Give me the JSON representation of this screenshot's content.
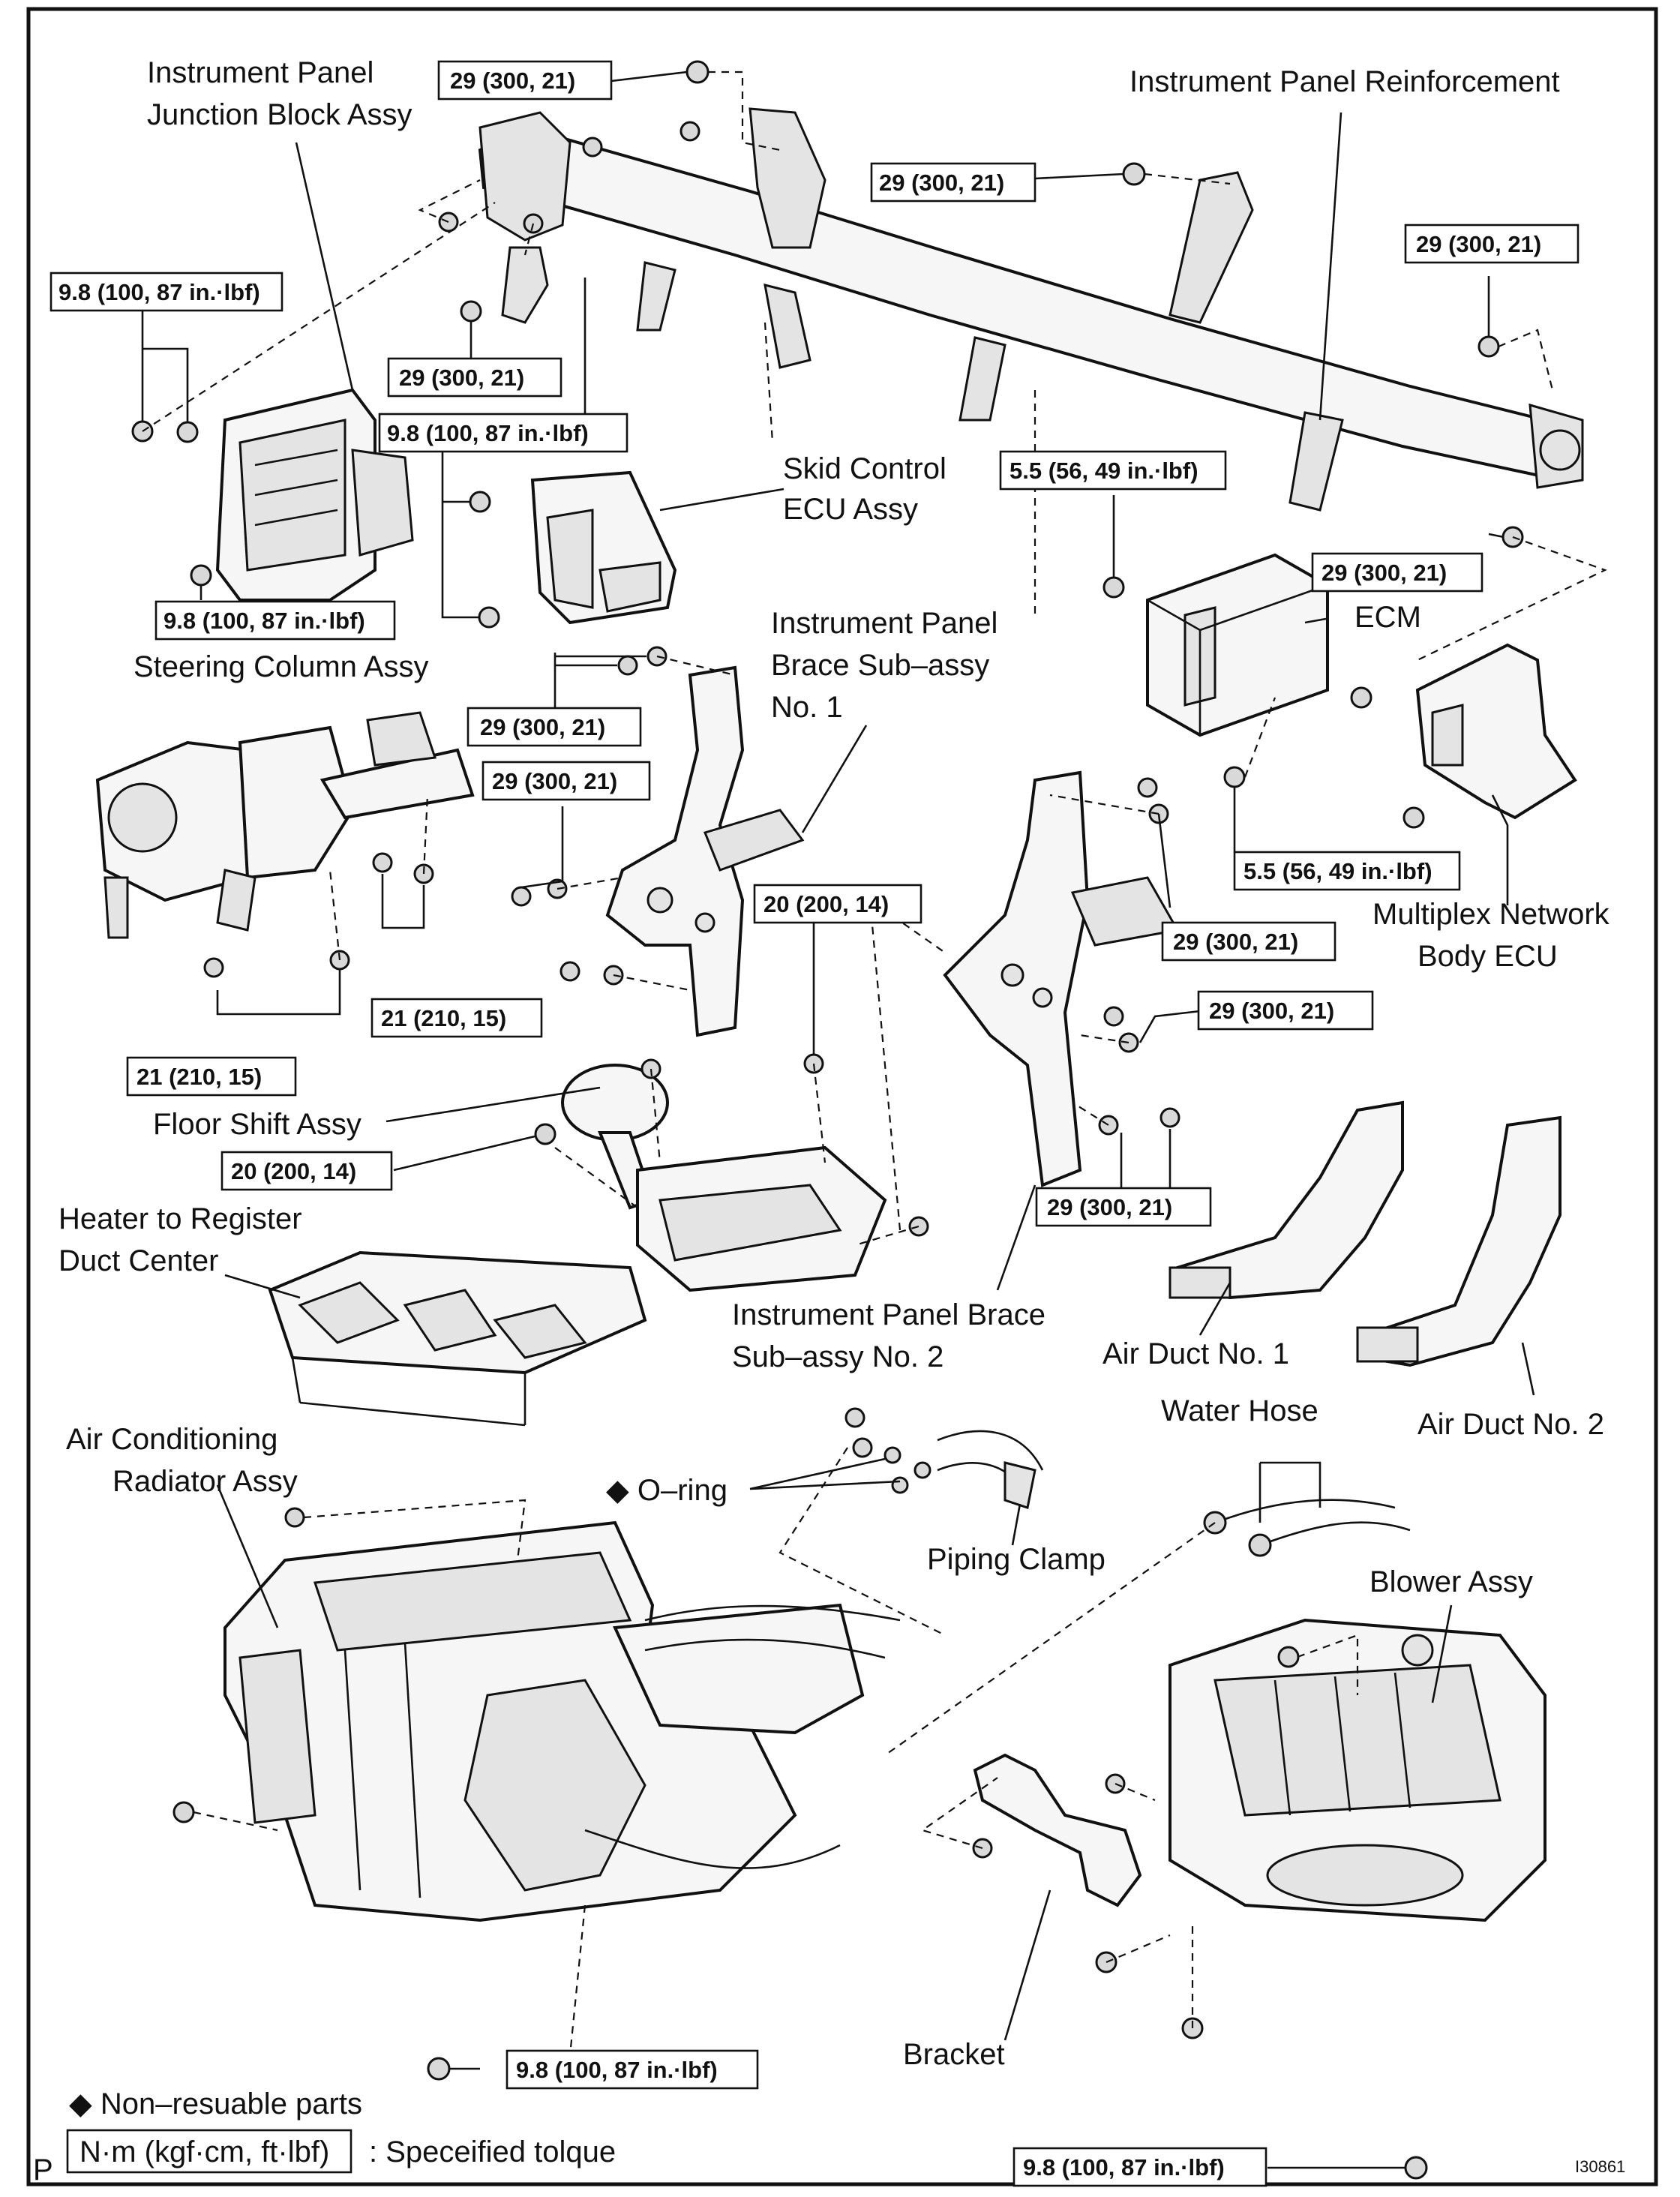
{
  "labels": {
    "ip_junction_block_1": "Instrument Panel",
    "ip_junction_block_2": "Junction Block Assy",
    "ip_reinforcement": "Instrument Panel Reinforcement",
    "skid_control_1": "Skid Control",
    "skid_control_2": "ECU Assy",
    "steering_column": "Steering Column Assy",
    "ip_brace1_1": "Instrument Panel",
    "ip_brace1_2": "Brace Sub–assy",
    "ip_brace1_3": "No. 1",
    "ecm": "ECM",
    "multiplex_1": "Multiplex Network",
    "multiplex_2": "Body ECU",
    "floor_shift": "Floor Shift Assy",
    "heater_duct_1": "Heater to Register",
    "heater_duct_2": "Duct Center",
    "ip_brace2_1": "Instrument Panel Brace",
    "ip_brace2_2": "Sub–assy No. 2",
    "air_duct_1": "Air Duct No. 1",
    "air_duct_2": "Air Duct No. 2",
    "water_hose": "Water Hose",
    "ac_radiator_1": "Air Conditioning",
    "ac_radiator_2": "Radiator Assy",
    "o_ring": "◆ O–ring",
    "piping_clamp": "Piping Clamp",
    "blower": "Blower Assy",
    "bracket": "Bracket"
  },
  "torques": {
    "t1": "29 (300, 21)",
    "t2": "29 (300, 21)",
    "t3": "29 (300, 21)",
    "t4": "9.8 (100, 87 in.·lbf)",
    "t5": "29 (300, 21)",
    "t6": "9.8 (100, 87 in.·lbf)",
    "t7": "5.5 (56, 49 in.·lbf)",
    "t8": "29 (300, 21)",
    "t9": "9.8 (100, 87 in.·lbf)",
    "t10": "29 (300, 21)",
    "t11": "29 (300, 21)",
    "t12": "5.5 (56, 49 in.·lbf)",
    "t13": "20 (200, 14)",
    "t14": "29 (300, 21)",
    "t15": "21 (210, 15)",
    "t16": "29 (300, 21)",
    "t17": "21 (210, 15)",
    "t18": "20 (200, 14)",
    "t19": "29 (300, 21)",
    "t20": "9.8 (100, 87 in.·lbf)",
    "t21": "9.8 (100, 87 in.·lbf)"
  },
  "legend": {
    "non_reusable": "◆ Non–resuable parts",
    "unit": "N·m (kgf·cm, ft·lbf)",
    "unit_desc": ": Speceified tolque",
    "corner_letter": "P",
    "figure_id": "I30861"
  }
}
